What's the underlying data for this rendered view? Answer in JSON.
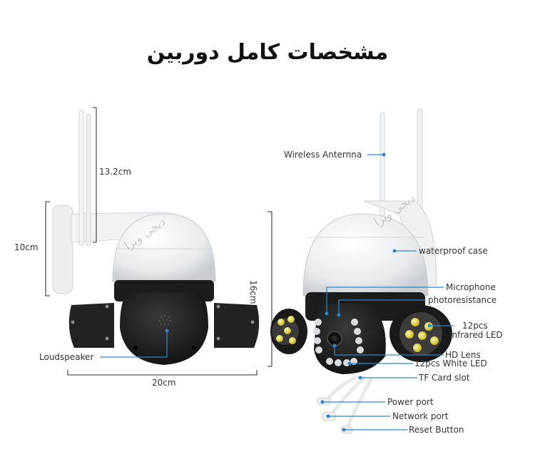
{
  "title": "مشخصات کامل دوربین",
  "watermark": "دیجی ویرا",
  "colors": {
    "callout_line": "#2e86c8",
    "dimension_line": "#555555",
    "camera_white": "#eef0f2",
    "camera_black": "#1e1e1e",
    "led_yellow": "#e8d63a"
  },
  "left_view": {
    "dimensions": {
      "antenna_height": "13.2cm",
      "mount_height": "10cm",
      "total_height": "16cm",
      "width": "20cm"
    },
    "callouts": [
      {
        "label": "Loudspeaker"
      }
    ]
  },
  "right_view": {
    "callouts": [
      {
        "label": "Wireless Anternna"
      },
      {
        "label": "waterproof case"
      },
      {
        "label": "Microphone"
      },
      {
        "label": "photoresistance"
      },
      {
        "label": "12pcs"
      },
      {
        "label": "Infrared LED"
      },
      {
        "label": "HD Lens"
      },
      {
        "label": "12pcs White LED"
      },
      {
        "label": "TF Card slot"
      },
      {
        "label": "Power port"
      },
      {
        "label": "Network port"
      },
      {
        "label": "Reset Button"
      }
    ]
  }
}
